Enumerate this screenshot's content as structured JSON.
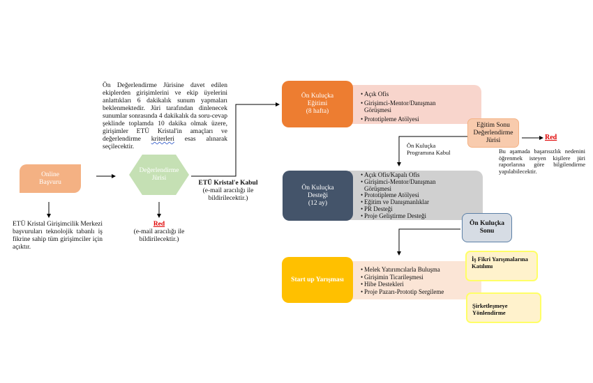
{
  "online_application": {
    "label_line1": "Online",
    "label_line2": "Başvuru"
  },
  "application_note": "ETÜ Kristal Girişimcilik Merkezi başvuruları teknolojik tabanlı iş fikrine sahip tüm girişimciler için açıktır.",
  "jury": {
    "label_line1": "Değerlendirme",
    "label_line2": "Jürisi"
  },
  "jury_description_pre": "Ön Değerlendirme Jürisine davet edilen ekiplerden girişimlerini ve ekip üyelerini anlattıkları 6 dakikalık sunum yapmaları beklenmektedir. Jüri tarafından dinlenecek sunumlar sonrasında 4 dakikalık da soru-cevap şeklinde toplamda 10 dakika olmak üzere, girişimler ETÜ Kristal'in amaçları ve değerlendirme ",
  "jury_description_underlined": "kriterleri",
  "jury_description_post": " esas alınarak seçilecektir.",
  "jury_reject": {
    "title": "Red",
    "note": "(e-mail aracılığı ile bildirilecektir.)"
  },
  "acceptance": {
    "title": "ETÜ Kristal'e Kabul",
    "note": "(e-mail aracılığı ile bildirilecektir.)"
  },
  "pre_incubation_training": {
    "line1": "Ön Kuluçka",
    "line2": "Eğitimi",
    "line3": "(8 hafta)",
    "items": [
      "Açık Ofis",
      "Girişimci-Mentor/Danışman Görüşmesi",
      "Prototipleme Atölyesi"
    ]
  },
  "training_end_jury": {
    "line1": "Eğitim Sonu",
    "line2": "Değerlendirme",
    "line3": "Jürisi"
  },
  "training_reject": {
    "title": "Red",
    "note": "Bu aşamada başarısızlık nedenini öğrenmek isteyen kişilere jüri raporlarına göre bilgilendirme yapılabilecektir."
  },
  "program_acceptance": {
    "line1": "Ön Kuluçka",
    "line2": "Programına Kabul"
  },
  "pre_incubation_support": {
    "line1": "Ön Kuluçka",
    "line2": "Desteği",
    "line3": "(12 ay)",
    "items": [
      "Açık Ofis/Kapalı Ofis",
      "Girişimci-Mentor/Danışman Görüşmesi",
      "Prototipleme Atölyesi",
      "Eğitim ve Danışmanlıklar",
      "PR Desteği",
      "Proje Geliştirme Desteği"
    ]
  },
  "pre_incubation_end": {
    "line1": "Ön Kuluçka",
    "line2": "Sonu"
  },
  "startup_competition": {
    "label": "Start up Yarışması",
    "items": [
      "Melek Yatırımcılarla Buluşma",
      "Girişimin Ticarileşmesi",
      "Hibe Destekleri",
      "Proje Pazarı-Prototip Sergileme"
    ]
  },
  "idea_competitions": "İş Fikri Yarışmalarına Katılımı",
  "incorporation": "Şirketleşmeye Yönlendirme",
  "colors": {
    "orange_light": "#f4b183",
    "green_light": "#c5e0b4",
    "orange": "#ed7d31",
    "navy": "#44546a",
    "gold": "#ffc000",
    "red": "#e00000"
  }
}
